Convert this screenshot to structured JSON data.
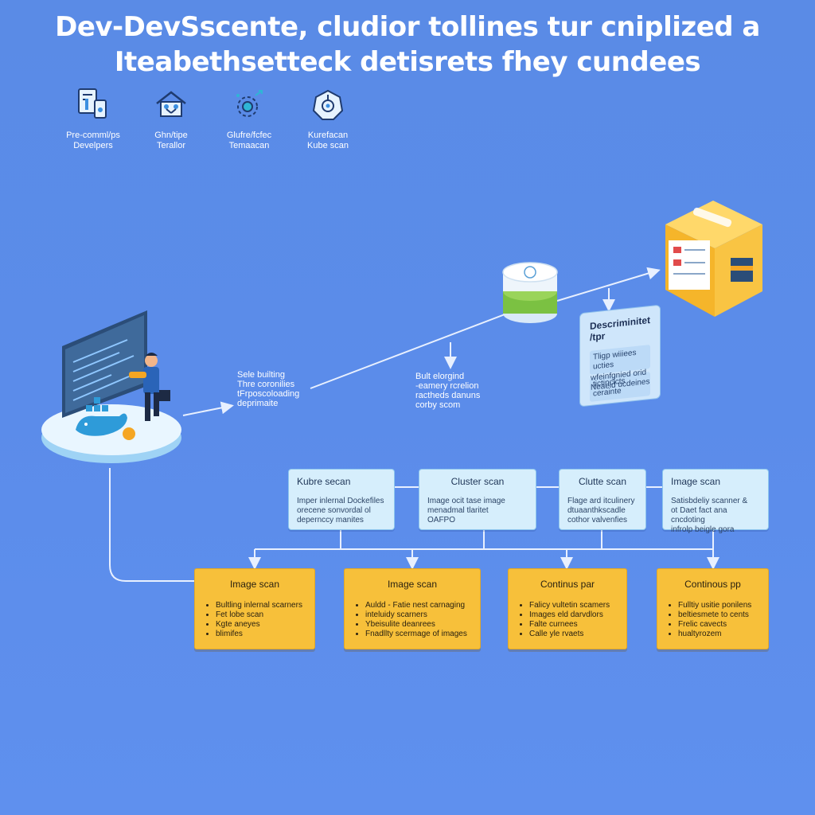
{
  "header": {
    "line1": "Dev-DevSscente, cludior tollines tur cniplized a",
    "line2": "Iteabethsetteck detisrets fhey cundees"
  },
  "tools": [
    {
      "icon": "document-icon",
      "label1": "Pre-comml/ps",
      "label2": "Develpers"
    },
    {
      "icon": "git-icon",
      "label1": "Ghn/tipe",
      "label2": "Terallor"
    },
    {
      "icon": "gear-scan-icon",
      "label1": "Glufre/fcfec",
      "label2": "Temaacan"
    },
    {
      "icon": "kubernetes-icon",
      "label1": "Kurefacan",
      "label2": "Kube scan"
    }
  ],
  "flow": {
    "label_a": [
      "Sele builting",
      "Thre coronilies",
      "tFrposcoloading",
      "deprimaite"
    ],
    "label_b": [
      "Bult elorgind",
      "-eamery rcrelion",
      "ractheds danuns",
      "corby scom"
    ]
  },
  "doc_panel": {
    "title": "Descriminitet /tpr",
    "rows": [
      "Tligp wiiiees ucties",
      "tictinclcts cerainte",
      "wfeinfgnied orid",
      "Neaeid ucdeines"
    ]
  },
  "blue_cards": [
    {
      "title": "Kubre secan",
      "body": [
        "Imper inlernal Dockefiles",
        "orecene sonvordal ol",
        "depernccy manites"
      ]
    },
    {
      "title": "Cluster scan",
      "body": [
        "Image ocit tase image",
        "menadmal tlaritet",
        "OAFPO"
      ]
    },
    {
      "title": "Clutte scan",
      "body": [
        "Flage ard itculinery",
        "dtuaanthkscadle",
        "cothor valvenfies"
      ]
    },
    {
      "title": "Image scan",
      "body": [
        "Satisbdeliy scanner &",
        "ot Daet fact ana cncdoting",
        "infrolp beigle gora"
      ]
    }
  ],
  "yellow_cards": [
    {
      "title": "Image scan",
      "items": [
        "Bultling inlernal scarners",
        "Fet lobe scan",
        "Kgte aneyes",
        "blimifes"
      ]
    },
    {
      "title": "Image scan",
      "items": [
        "Auldd - Fatie nest carnaging",
        "inteluidy scarners",
        "Ybeisulite deanrees",
        "Fnadllty scermage of images"
      ]
    },
    {
      "title": "Continus par",
      "items": [
        "Falicy vultetin scamers",
        "Images eld darvdlors",
        "Falte curnees",
        "Calle yle rvaets"
      ]
    },
    {
      "title": "Continous pp",
      "items": [
        "Fulltiy usitie ponilens",
        "beltiesmete to cents",
        "Frelic cavects",
        "hualtyrozem"
      ]
    }
  ],
  "colors": {
    "background": "#5b8cea",
    "blue_card": "#d6eefc",
    "yellow_card": "#f7c03a",
    "connector": "#e8f0ff"
  }
}
